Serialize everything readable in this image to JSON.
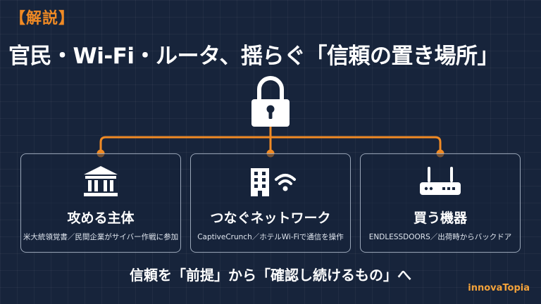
{
  "header": {
    "tag": "【解説】",
    "headline": "官民・Wi-Fi・ルータ、揺らぐ「信頼の置き場所」"
  },
  "icons": {
    "top": "lock-icon",
    "cards": [
      "bank-building-icon",
      "building-wifi-icon",
      "router-icon"
    ]
  },
  "colors": {
    "background": "#17243b",
    "accent": "#f08a24",
    "card_border": "#9aa6b8",
    "text": "#ffffff"
  },
  "cards": [
    {
      "title": "攻める主体",
      "desc": "米大統領覚書／民間企業がサイバー作戦に参加"
    },
    {
      "title": "つなぐネットワーク",
      "desc": "CaptiveCrunch／ホテルWi-Fiで通信を操作"
    },
    {
      "title": "買う機器",
      "desc": "ENDLESSDOORS／出荷時からバックドア"
    }
  ],
  "footer": {
    "summary": "信頼を「前提」から「確認し続けるもの」へ",
    "brand": "innovaTopia"
  }
}
